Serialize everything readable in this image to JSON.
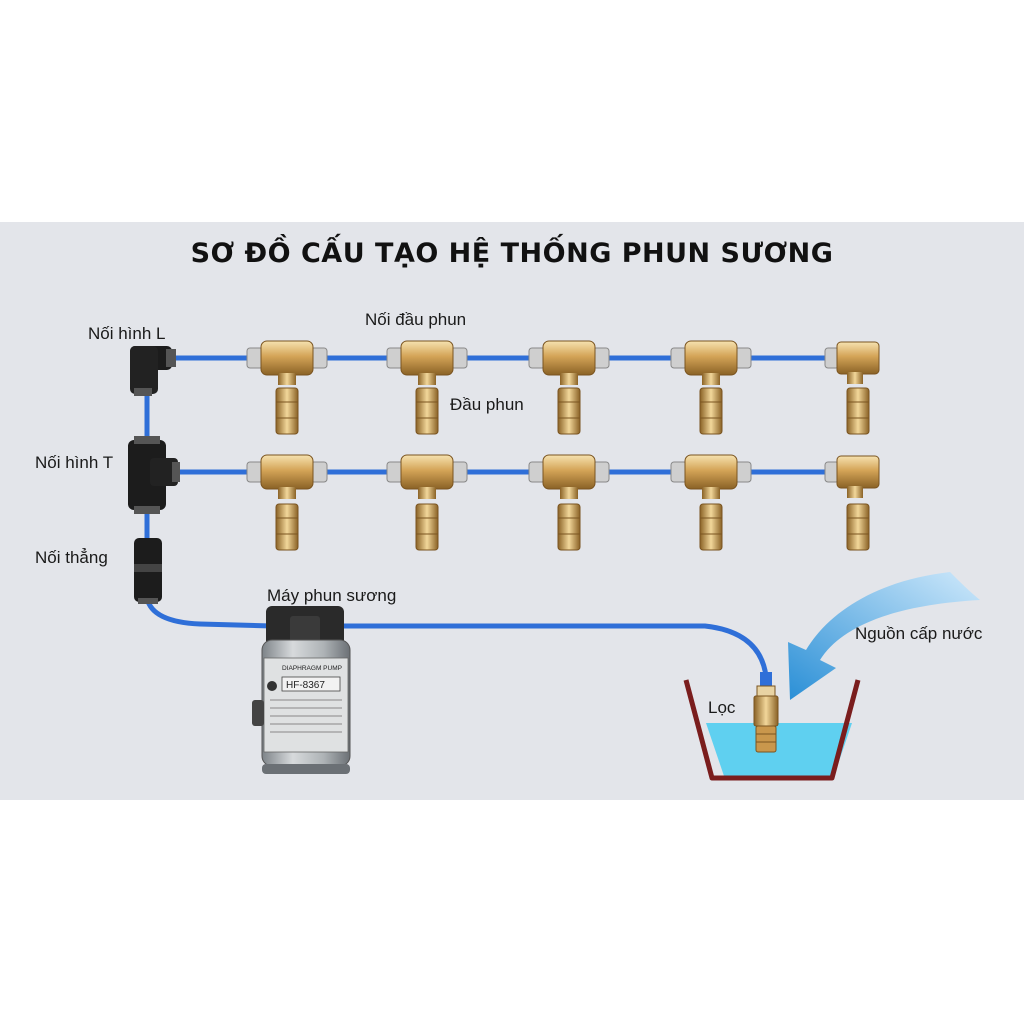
{
  "title": "SƠ ĐỒ CẤU TẠO HỆ THỐNG PHUN SƯƠNG",
  "labels": {
    "elbow": "Nối hình L",
    "nozzle_connector": "Nối đầu phun",
    "nozzle": "Đầu phun",
    "tee": "Nối hình T",
    "straight": "Nối thẳng",
    "pump": "Máy phun sương",
    "water_source": "Nguồn cấp nước",
    "filter": "Lọc"
  },
  "pump_text": {
    "line1": "DIAPHRAGM PUMP",
    "model": "HF-8367"
  },
  "colors": {
    "pipe": "#2f6fd8",
    "brass": "#d7aa5c",
    "water": "#5fd0f0",
    "arrow": "#2a8fd6",
    "bucket": "#7a1d1d"
  }
}
